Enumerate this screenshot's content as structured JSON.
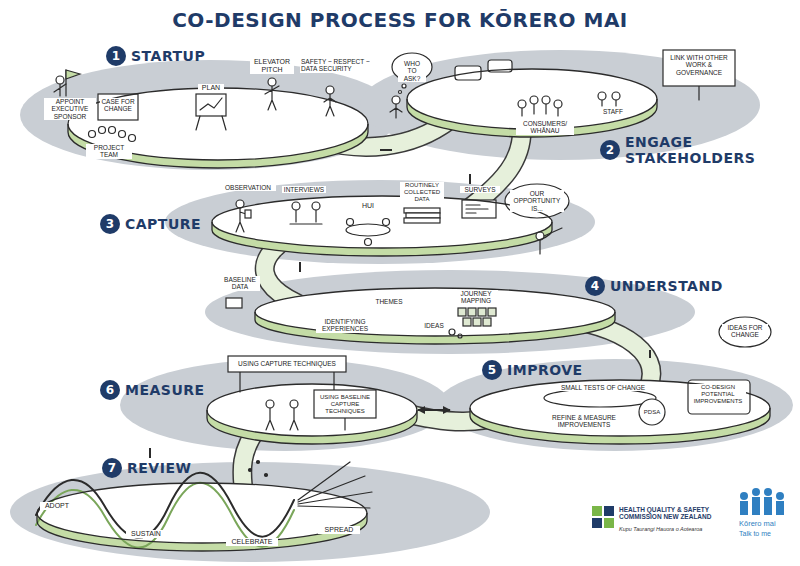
{
  "diagram": {
    "title": "CO-DESIGN PROCESS FOR KŌRERO MAI",
    "nodes": [
      {
        "text": [
          "1",
          "STARTUP"
        ]
      },
      {
        "text": [
          "2",
          "ENGAGE STAKEHOLDERS"
        ]
      },
      {
        "text": [
          "3",
          "CAPTURE"
        ]
      },
      {
        "text": [
          "4",
          "UNDERSTAND"
        ]
      },
      {
        "text": [
          "5",
          "IMPROVE"
        ]
      },
      {
        "text": [
          "6",
          "MEASURE"
        ]
      },
      {
        "text": [
          "7",
          "REVIEW"
        ]
      }
    ],
    "edges": [
      {
        "from": 0,
        "to": 1,
        "arrow": "none"
      },
      {
        "from": 1,
        "to": 2,
        "arrow": "none"
      },
      {
        "from": 2,
        "to": 3,
        "arrow": "none"
      },
      {
        "from": 3,
        "to": 4,
        "arrow": "none"
      },
      {
        "from": 4,
        "to": 5,
        "arrow": "both"
      },
      {
        "from": 5,
        "to": 6,
        "arrow": "none"
      }
    ],
    "labels": [
      "APPOINT EXECUTIVE SPONSOR",
      "CASE FOR CHANGE",
      "PROJECT TEAM",
      "PLAN",
      "ELEVATOR PITCH",
      "SAFETY ~ RESPECT ~ DATA SECURITY",
      "WHO TO ASK?",
      "CONSUMERS/ WHĀNAU",
      "STAFF",
      "LINK WITH OTHER WORK & GOVERNANCE",
      "OBSERVATION",
      "INTERVIEWS",
      "HUI",
      "ROUTINELY COLLECTED DATA",
      "SURVEYS",
      "OUR OPPORTUNITY IS...",
      "BASELINE DATA",
      "THEMES",
      "JOURNEY MAPPING",
      "IDENTIFYING EXPERIENCES",
      "IDEAS",
      "IDEAS FOR CHANGE",
      "SMALL TESTS OF CHANGE",
      "CO-DESIGN POTENTIAL IMPROVEMENTS",
      "REFINE & MEASURE IMPROVEMENTS",
      "PDSA",
      "USING CAPTURE TECHNIQUES",
      "USING BASELINE CAPTURE TECHNIQUES",
      "ADOPT",
      "SUSTAIN",
      "CELEBRATE",
      "SPREAD",
      "HEALTH QUALITY & SAFETY COMMISSION NEW ZEALAND",
      "Kupu Taurangi Hauora o Aotearoa",
      "Kōrero mai",
      "Talk to me"
    ]
  }
}
